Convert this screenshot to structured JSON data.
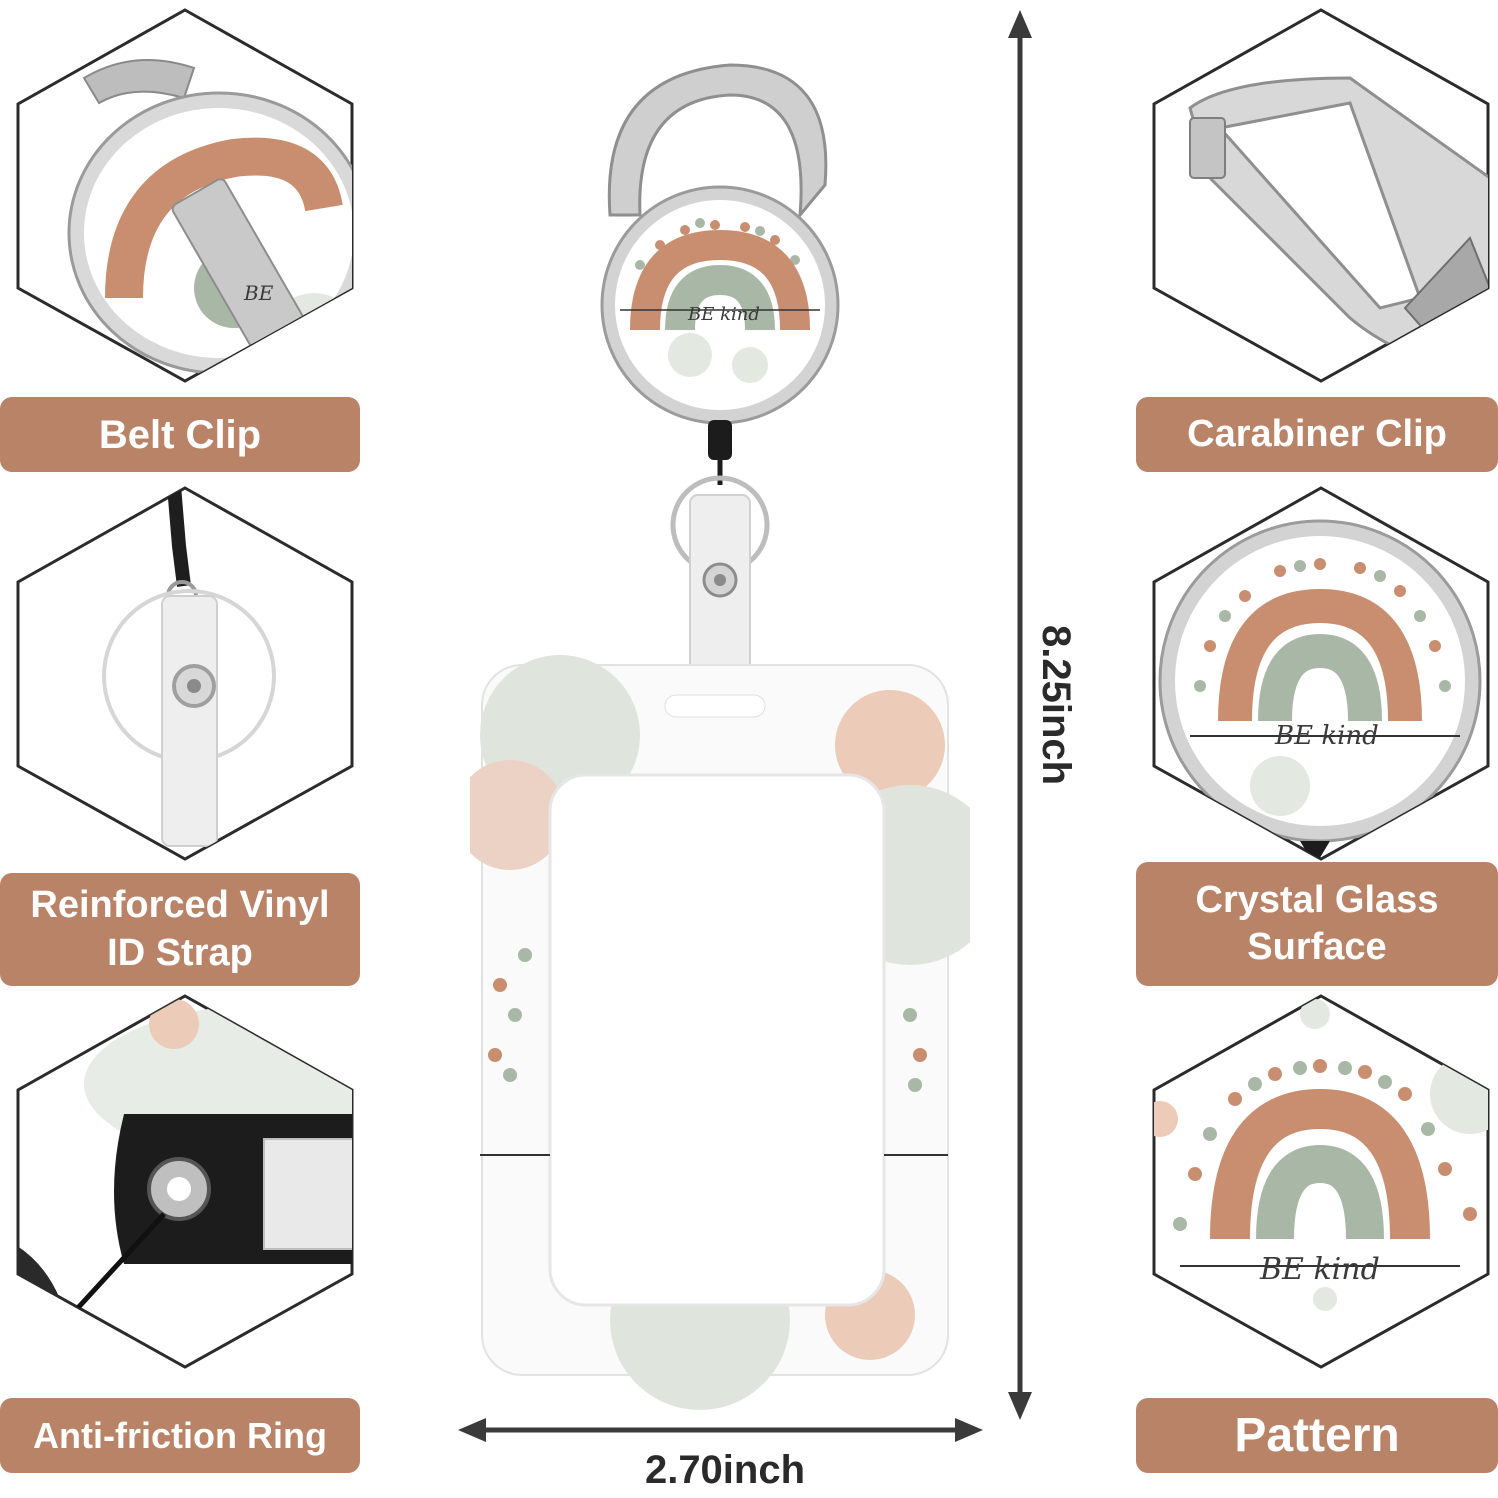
{
  "features": {
    "belt_clip": "Belt Clip",
    "carabiner_clip": "Carabiner Clip",
    "vinyl_strap_line1": "Reinforced Vinyl",
    "vinyl_strap_line2": "ID Strap",
    "crystal_glass_line1": "Crystal Glass",
    "crystal_glass_line2": "Surface",
    "anti_friction": "Anti-friction Ring",
    "pattern": "Pattern"
  },
  "dimensions": {
    "height": "8.25inch",
    "width": "2.70inch"
  },
  "badge": {
    "motto": "BE kind"
  },
  "colors": {
    "label_bg": "#b98368",
    "rainbow_terracotta": "#c98e70",
    "rainbow_sage": "#a9b8a6",
    "dot_pink": "#e6bda8",
    "metal": "#c8c8c8"
  }
}
